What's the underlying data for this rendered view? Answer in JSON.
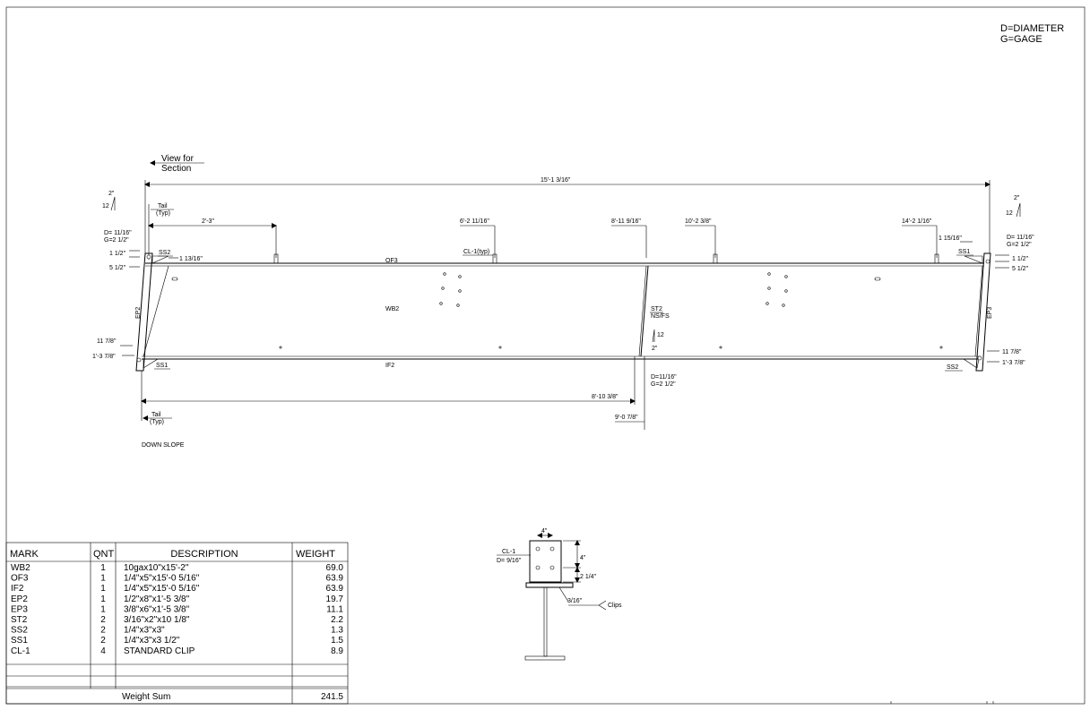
{
  "legend": {
    "line1": "D=DIAMETER",
    "line2": "G=GAGE"
  },
  "view_note": {
    "line1": "View for",
    "line2": "Section"
  },
  "overall_length": "15'-1 3/16\"",
  "tail_label": "Tail",
  "typ_label": "(Typ)",
  "slope": {
    "rise": "2\"",
    "run": "12"
  },
  "left_end": {
    "diameter": "D= 11/16\"",
    "gage": "G=2 1/2\"",
    "top_offset": "1 1/2\"",
    "top_depth": "5 1/2\"",
    "bot_offset": "11 7/8\"",
    "bot_depth": "1'-3 7/8\""
  },
  "right_end": {
    "diameter": "D= 11/16\"",
    "gage": "G=2 1/2\"",
    "top_offset": "1 1/2\"",
    "top_depth": "5 1/2\"",
    "bot_offset": "11 7/8\"",
    "bot_depth": "1'-3 7/8\"",
    "ss1_offset": "1 15/16\""
  },
  "top_dims": {
    "d1": "2'-3\"",
    "d2": "6'-2 11/16\"",
    "d3": "8'-11 9/16\"",
    "d4": "10'-2 3/8\"",
    "d5": "14'-2 1/16\"",
    "ss2_offset": "1 13/16\""
  },
  "part_labels": {
    "ss2_left": "SS2",
    "ss1_right": "SS1",
    "ss1_left": "SS1",
    "ss2_right": "SS2",
    "of3": "OF3",
    "wb2": "WB2",
    "if2": "IF2",
    "ep2": "EP2",
    "ep3": "EP3",
    "cl1_typ": "CL-1(typ)"
  },
  "stiffener": {
    "mark": "ST2",
    "note": "NS/FS",
    "rise": "12",
    "run": "2\"",
    "diameter": "D=11/16\"",
    "gage": "G=2 1/2\""
  },
  "bottom_dims": {
    "d1": "8'-10 3/8\"",
    "d2": "9'-0 7/8\""
  },
  "down_slope": "DOWN SLOPE",
  "clip_detail": {
    "mark": "CL-1",
    "diameter": "D= 9/16\"",
    "width": "4\"",
    "h1": "4\"",
    "h2": "2 1/4\"",
    "weld": "3/16\"",
    "clips": "Clips"
  },
  "bom": {
    "headers": [
      "MARK",
      "QNT",
      "DESCRIPTION",
      "WEIGHT"
    ],
    "rows": [
      {
        "mark": "WB2",
        "qnt": "1",
        "desc": "10gax10\"x15'-2\"",
        "weight": "69.0"
      },
      {
        "mark": "OF3",
        "qnt": "1",
        "desc": "1/4\"x5\"x15'-0 5/16\"",
        "weight": "63.9"
      },
      {
        "mark": "IF2",
        "qnt": "1",
        "desc": "1/4\"x5\"x15'-0 5/16\"",
        "weight": "63.9"
      },
      {
        "mark": "EP2",
        "qnt": "1",
        "desc": "1/2\"x8\"x1'-5 3/8\"",
        "weight": "19.7"
      },
      {
        "mark": "EP3",
        "qnt": "1",
        "desc": "3/8\"x6\"x1'-5 3/8\"",
        "weight": "11.1"
      },
      {
        "mark": "ST2",
        "qnt": "2",
        "desc": "3/16\"x2\"x10 1/8\"",
        "weight": "2.2"
      },
      {
        "mark": "SS2",
        "qnt": "2",
        "desc": "1/4\"x3\"x3\"",
        "weight": "1.3"
      },
      {
        "mark": "SS1",
        "qnt": "2",
        "desc": "1/4\"x3\"x3 1/2\"",
        "weight": "1.5"
      },
      {
        "mark": "CL-1",
        "qnt": "4",
        "desc": "STANDARD CLIP",
        "weight": "8.9"
      }
    ],
    "sum_label": "Weight Sum",
    "sum_value": "241.5"
  }
}
